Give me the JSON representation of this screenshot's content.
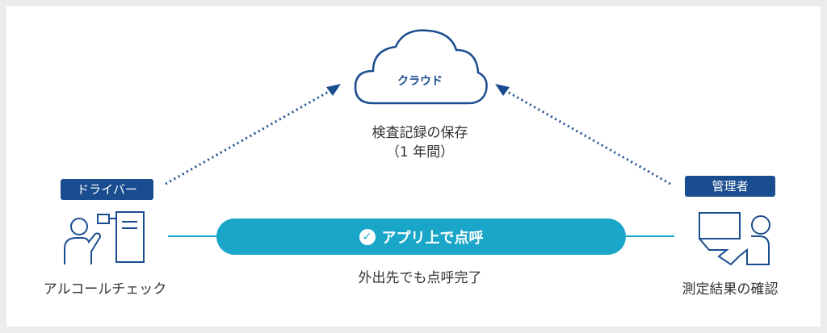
{
  "cloud": {
    "label": "クラウド",
    "caption": "検査記録の保存",
    "caption_sub": "（1 年間）"
  },
  "driver": {
    "badge": "ドライバー",
    "caption": "アルコールチェック"
  },
  "manager": {
    "badge": "管理者",
    "caption": "測定結果の確認"
  },
  "center": {
    "pill_label": "アプリ上で点呼",
    "caption": "外出先でも点呼完了"
  },
  "colors": {
    "navy": "#1a4d8f",
    "teal": "#1aa6c8"
  }
}
